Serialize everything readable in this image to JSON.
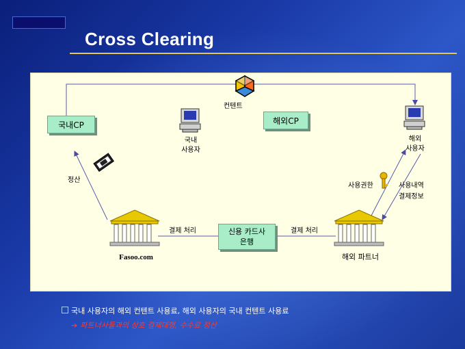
{
  "title": "Cross Clearing",
  "diagram": {
    "content_label": "컨텐트",
    "domestic_cp": "국내CP",
    "overseas_cp": "해외CP",
    "domestic_user": [
      "국내",
      "사용자"
    ],
    "overseas_user": [
      "해외",
      "사용자"
    ],
    "settlement": "정산",
    "usage_rights": "사용권한",
    "usage_details": [
      "사용내역",
      "결제정보"
    ],
    "clearing_left": "결제 처리",
    "clearing_right": "결제 처리",
    "card_bank": [
      "신용 카드사",
      "은행"
    ],
    "fasoo": "Fasoo.com",
    "overseas_partner": "해외 파트너"
  },
  "footer": {
    "line1": "국내 사용자의 해외 컨텐트 사용료, 해외 사용자의 국내 컨텐트 사용료",
    "line2": "파트너사들과의 상호 결제대행, 수수료 정산"
  },
  "colors": {
    "accent": "#e8c84a",
    "box": "#a8ecc8",
    "footer2": "#ff3a2a"
  }
}
